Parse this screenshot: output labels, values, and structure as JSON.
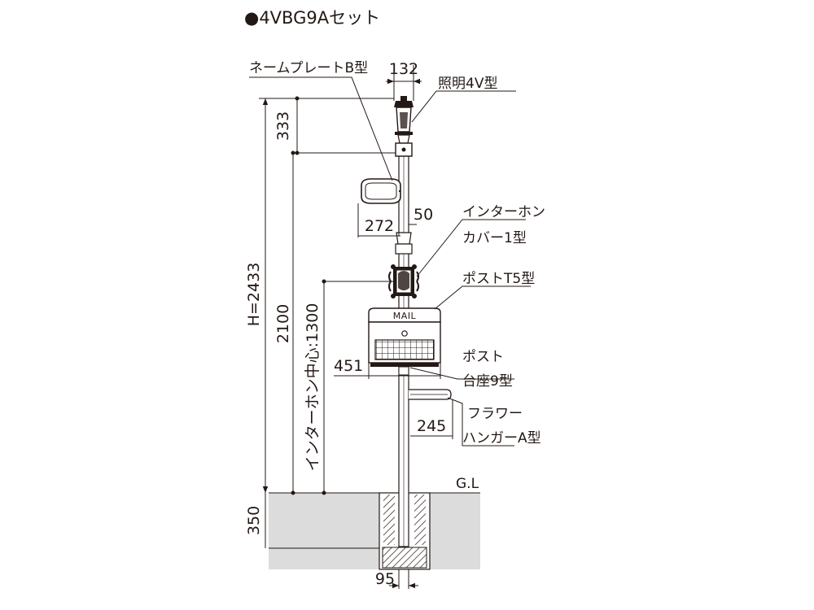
{
  "title": "●4VBG9Aセット",
  "parts": {
    "nameplate": "ネームプレートB型",
    "light": "照明4V型",
    "intercom_cover_line1": "インターホン",
    "intercom_cover_line2": "カバー1型",
    "post": "ポストT5型",
    "post_base_line1": "ポスト",
    "post_base_line2": "台座9型",
    "flower_hanger_line1": "フラワー",
    "flower_hanger_line2": "ハンガーA型",
    "mail": "MAIL"
  },
  "ground_label": "G.L",
  "dimensions": {
    "light_width": "132",
    "light_height": "333",
    "total_height": "H=2433",
    "nameplate_height": "2100",
    "intercom_center": "インターホン中心:1300",
    "nameplate_width": "272",
    "pole_width": "50",
    "post_width": "451",
    "hanger_width": "245",
    "embed_depth": "350",
    "base_width": "95"
  },
  "colors": {
    "line": "#231815",
    "ground_fill": "#dcdcdc"
  }
}
